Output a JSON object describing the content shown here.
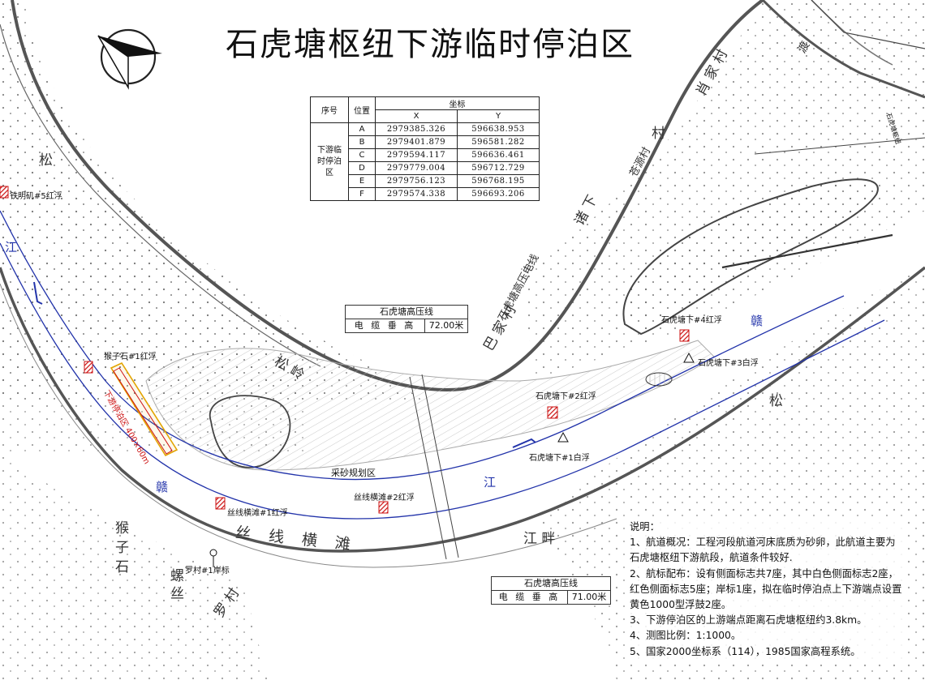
{
  "title": "石虎塘枢纽下游临时停泊区",
  "compass": {
    "icon": "north-arrow-icon"
  },
  "coord_table": {
    "col_no": "序号",
    "col_pos": "位置",
    "col_coord": "坐标",
    "col_x": "X",
    "col_y": "Y",
    "group_label": "下游临时停泊区",
    "rows": [
      {
        "pos": "A",
        "x": "2979385.326",
        "y": "596638.953"
      },
      {
        "pos": "B",
        "x": "2979401.879",
        "y": "596581.282"
      },
      {
        "pos": "C",
        "x": "2979594.117",
        "y": "596636.461"
      },
      {
        "pos": "D",
        "x": "2979779.004",
        "y": "596712.729"
      },
      {
        "pos": "E",
        "x": "2979756.123",
        "y": "596768.195"
      },
      {
        "pos": "F",
        "x": "2979574.338",
        "y": "596693.206"
      }
    ]
  },
  "cable_plates": [
    {
      "title": "石虎塘高压线",
      "label": "电 缆 垂 高",
      "value": "72.00米"
    },
    {
      "title": "石虎塘高压线",
      "label": "电 缆 垂 高",
      "value": "71.00米"
    }
  ],
  "buoys": [
    {
      "label": "铁明矶#5红浮",
      "kind": "red"
    },
    {
      "label": "猴子石#1红浮",
      "kind": "red"
    },
    {
      "label": "石虎塘下#2红浮",
      "kind": "red"
    },
    {
      "label": "石虎塘下#4红浮",
      "kind": "red"
    },
    {
      "label": "丝线横滩#1红浮",
      "kind": "red"
    },
    {
      "label": "丝线横滩#2红浮",
      "kind": "red"
    },
    {
      "label": "石虎塘下#1白浮",
      "kind": "white"
    },
    {
      "label": "石虎塘下#3白浮",
      "kind": "white"
    },
    {
      "label": "罗村#1岸标",
      "kind": "shore"
    }
  ],
  "places": {
    "sand_area": "采砂规划区",
    "berth_area": "下游停泊区 400×60m",
    "hv_line": "石虎塘高压电线",
    "shoal_big": "丝 线 横 滩",
    "houzi": "猴 子 石",
    "luocun": "罗 村",
    "luozhu": "螺 丝",
    "song_top": "松",
    "song_right": "松",
    "song_mid": "松 岭",
    "jiang_left": "江",
    "jiang_mid": "江",
    "gan_right": "赣",
    "gan_left": "赣",
    "bei_jia": "巴 家 村",
    "zhu_xia": "诸 下",
    "cun": "村",
    "xiao_jia": "肖 家 村",
    "cheng_yuan": "苍源村",
    "jiang_pan": "江 畔",
    "ferry": "渡",
    "road": "石虎塘枢纽"
  },
  "notes": {
    "heading": "说明：",
    "lines": [
      "1、航道概况：工程河段航道河床底质为砂卵，此航道主要为",
      "石虎塘枢纽下游航段，航道条件较好.",
      "2、航标配布：设有侧面标志共7座，其中白色侧面标志2座，",
      "红色侧面标志5座；岸标1座，拟在临时停泊点上下游端点设置",
      "黄色1000型浮鼓2座。",
      "3、下游停泊区的上游端点距离石虎塘枢纽约3.8km。",
      "4、测图比例：1:1000。",
      "5、国家2000坐标系（114），1985国家高程系统。"
    ]
  },
  "colors": {
    "channel": "#2233aa",
    "buoy_red": "#cc1111",
    "berth": "#e3a400",
    "bank": "#555555"
  }
}
